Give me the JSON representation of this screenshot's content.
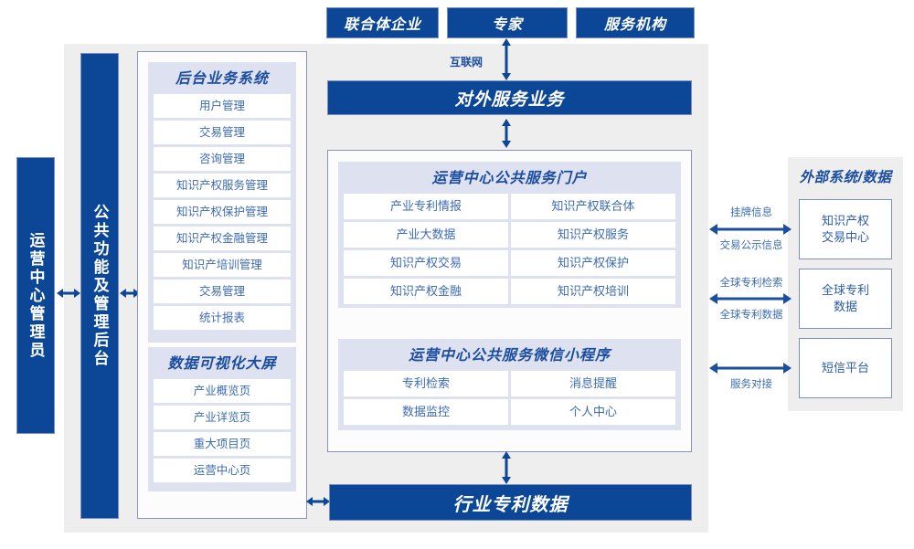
{
  "top_actors": [
    {
      "label": "联合体企业"
    },
    {
      "label": "专家"
    },
    {
      "label": "服务机构"
    }
  ],
  "network_label": "互联网",
  "external_service_bar": "对外服务业务",
  "industry_patent_bar": "行业专利数据",
  "left_pillars": {
    "admin": "运营中心管理员",
    "common": "公共功能及管理后台"
  },
  "backend_system": {
    "title": "后台业务系统",
    "items": [
      "用户管理",
      "交易管理",
      "咨询管理",
      "知识产权服务管理",
      "知识产权保护管理",
      "知识产权金融管理",
      "知识产培训管理",
      "交易管理",
      "统计报表"
    ]
  },
  "visualization": {
    "title": "数据可视化大屏",
    "items": [
      "产业概览页",
      "产业详览页",
      "重大项目页",
      "运营中心页"
    ]
  },
  "portal": {
    "title": "运营中心公共服务门户",
    "items": [
      "产业专利情报",
      "知识产权联合体",
      "产业大数据",
      "知识产权服务",
      "知识产权交易",
      "知识产权保护",
      "知识产权金融",
      "知识产权培训"
    ]
  },
  "miniprogram": {
    "title": "运营中心公共服务微信小程序",
    "items": [
      "专利检索",
      "消息提醒",
      "数据监控",
      "个人中心"
    ]
  },
  "external": {
    "title": "外部系统/数据",
    "boxes": [
      {
        "line1": "知识产权",
        "line2": "交易中心"
      },
      {
        "line1": "全球专利",
        "line2": "数据"
      },
      {
        "line1": "短信平台",
        "line2": ""
      }
    ],
    "links": [
      {
        "above": "挂牌信息",
        "below": "交易公示信息"
      },
      {
        "above": "全球专利检索",
        "below": "全球专利数据"
      },
      {
        "above": "",
        "below": "服务对接"
      }
    ]
  },
  "colors": {
    "brand_blue": "#0b4697",
    "accent_blue": "#3c6bb5",
    "panel_lavender": "#dee1ef",
    "canvas_grey": "#eeeeee",
    "border_violet": "#8b8fc3"
  }
}
